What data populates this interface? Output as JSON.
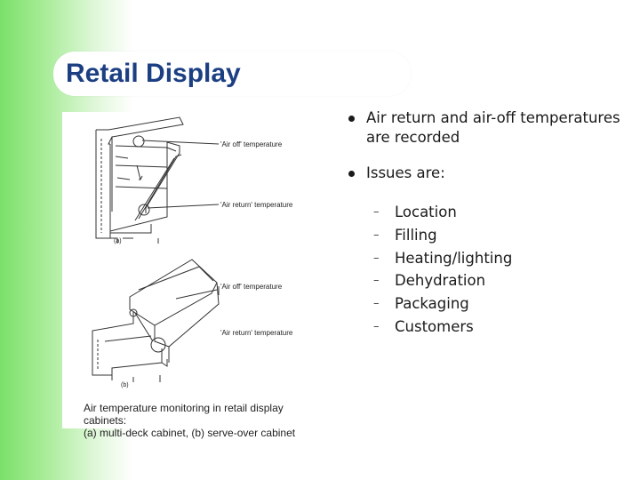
{
  "slide": {
    "title": "Retail Display"
  },
  "figure": {
    "label_a_air_off": "'Air off' temperature",
    "label_a_air_return": "'Air return' temperature",
    "label_b_air_off": "'Air off' temperature",
    "label_b_air_return": "'Air return' temperature",
    "sub_a": "(a)",
    "sub_b": "(b)",
    "caption_line1": "Air temperature monitoring in retail display cabinets:",
    "caption_line2": "(a) multi-deck cabinet, (b) serve-over cabinet"
  },
  "bullets": [
    {
      "text": "Air return and air-off temperatures are recorded"
    },
    {
      "text": "Issues are:"
    }
  ],
  "subbullets": [
    {
      "text": "Location"
    },
    {
      "text": "Filling"
    },
    {
      "text": "Heating/lighting"
    },
    {
      "text": "Dehydration"
    },
    {
      "text": "Packaging"
    },
    {
      "text": "Customers"
    }
  ],
  "colors": {
    "title": "#1c3f83",
    "gradient_left": "#7be06a",
    "text": "#1a1a1a"
  }
}
